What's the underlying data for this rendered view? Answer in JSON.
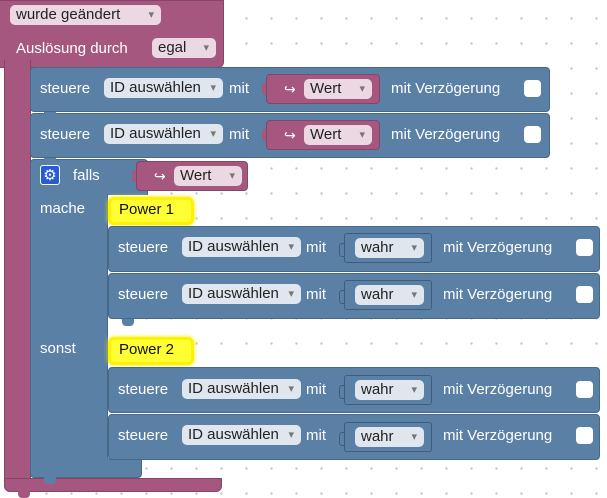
{
  "trigger": {
    "event": "wurde geändert",
    "cause_label": "Auslösung durch",
    "cause_value": "egal"
  },
  "actions": [
    {
      "steuere": "steuere",
      "target": "ID auswählen",
      "mit": "mit",
      "value": "Wert",
      "delay": "mit Verzögerung",
      "delay_checked": false
    },
    {
      "steuere": "steuere",
      "target": "ID auswählen",
      "mit": "mit",
      "value": "Wert",
      "delay": "mit Verzögerung",
      "delay_checked": false
    }
  ],
  "if_block": {
    "falls": "falls",
    "condition_value": "Wert",
    "mache": "mache",
    "sonst": "sonst",
    "then_comment": "Power 1",
    "else_comment": "Power 2",
    "then_actions": [
      {
        "steuere": "steuere",
        "target": "ID auswählen",
        "mit": "mit",
        "value": "wahr",
        "delay": "mit Verzögerung"
      },
      {
        "steuere": "steuere",
        "target": "ID auswählen",
        "mit": "mit",
        "value": "wahr",
        "delay": "mit Verzögerung"
      }
    ],
    "else_actions": [
      {
        "steuere": "steuere",
        "target": "ID auswählen",
        "mit": "mit",
        "value": "wahr",
        "delay": "mit Verzögerung"
      },
      {
        "steuere": "steuere",
        "target": "ID auswählen",
        "mit": "mit",
        "value": "wahr",
        "delay": "mit Verzögerung"
      }
    ]
  },
  "icons": {
    "var_arrow": "↪",
    "gear": "⚙"
  },
  "colors": {
    "trigger": "#a5577f",
    "action": "#5b80a5",
    "comment": "#ffff33"
  }
}
